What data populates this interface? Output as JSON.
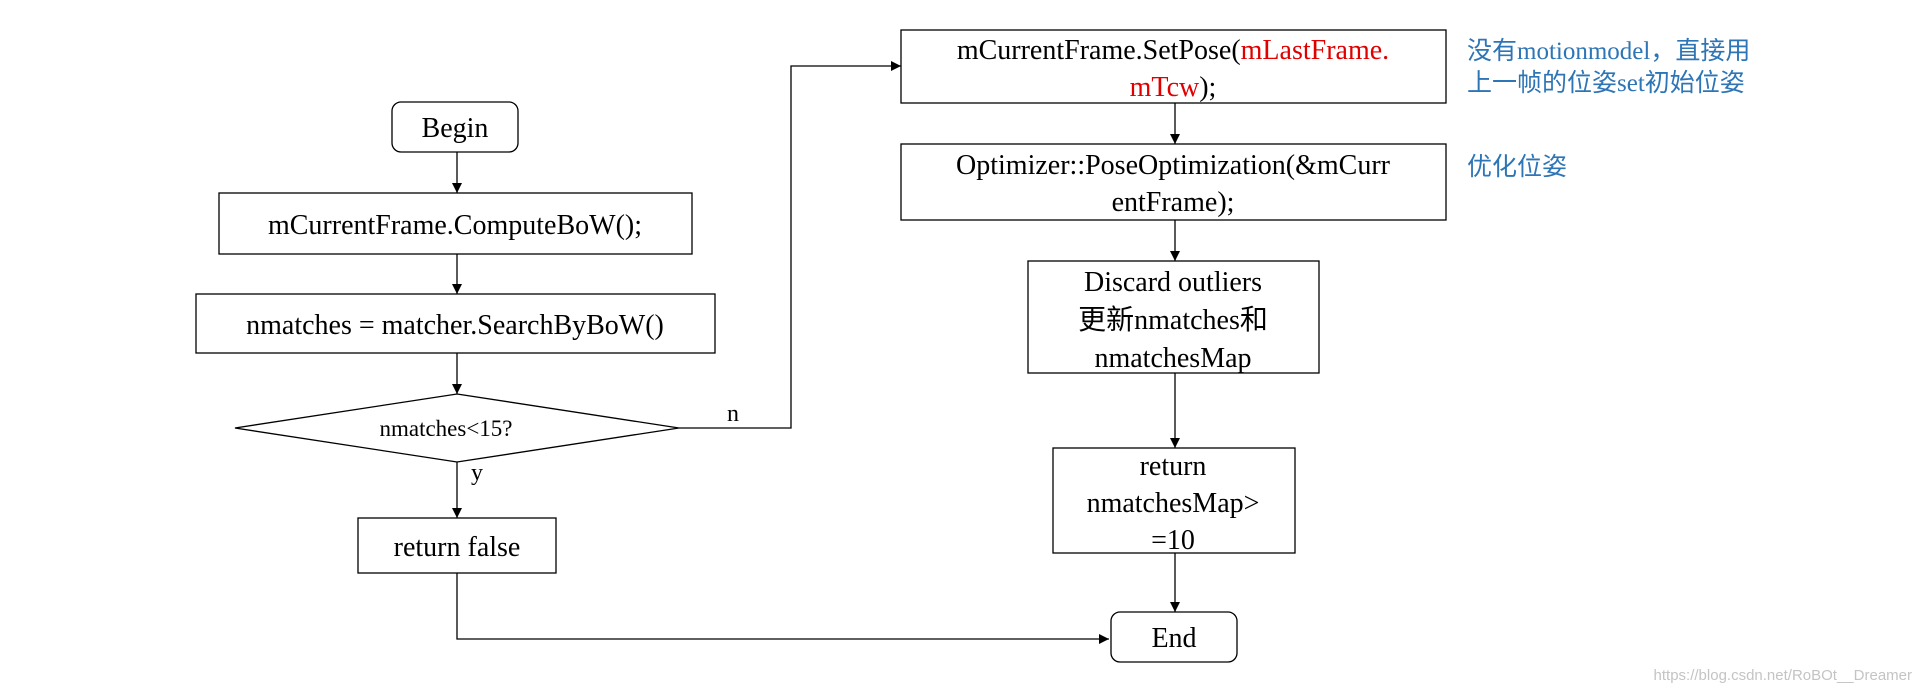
{
  "nodes": {
    "begin": "Begin",
    "compute_bow": "mCurrentFrame.ComputeBoW();",
    "search_bow": "nmatches = matcher.SearchByBoW()",
    "decision": "nmatches<15?",
    "return_false": "return false",
    "set_pose": {
      "line1_a": "mCurrentFrame.SetPose(",
      "line1_b": "mLastFrame.",
      "line2_a": "mTcw",
      "line2_b": ");"
    },
    "pose_opt": {
      "line1": "Optimizer::PoseOptimization(&mCurr",
      "line2": "entFrame);"
    },
    "discard": {
      "line1": "Discard outliers",
      "line2": "更新nmatches和",
      "line3": "nmatchesMap"
    },
    "return_map": {
      "line1": "return",
      "line2": "nmatchesMap>",
      "line3": "=10"
    },
    "end": "End"
  },
  "edge_labels": {
    "no": "n",
    "yes": "y"
  },
  "notes": {
    "set_pose_line1": "没有motionmodel，直接用",
    "set_pose_line2": "上一帧的位姿set初始位姿",
    "optimize": "优化位姿"
  },
  "watermark": "https://blog.csdn.net/RoBOt__Dreamer",
  "colors": {
    "note": "#2e75b6",
    "highlight": "#e00000",
    "stroke": "#000000"
  }
}
